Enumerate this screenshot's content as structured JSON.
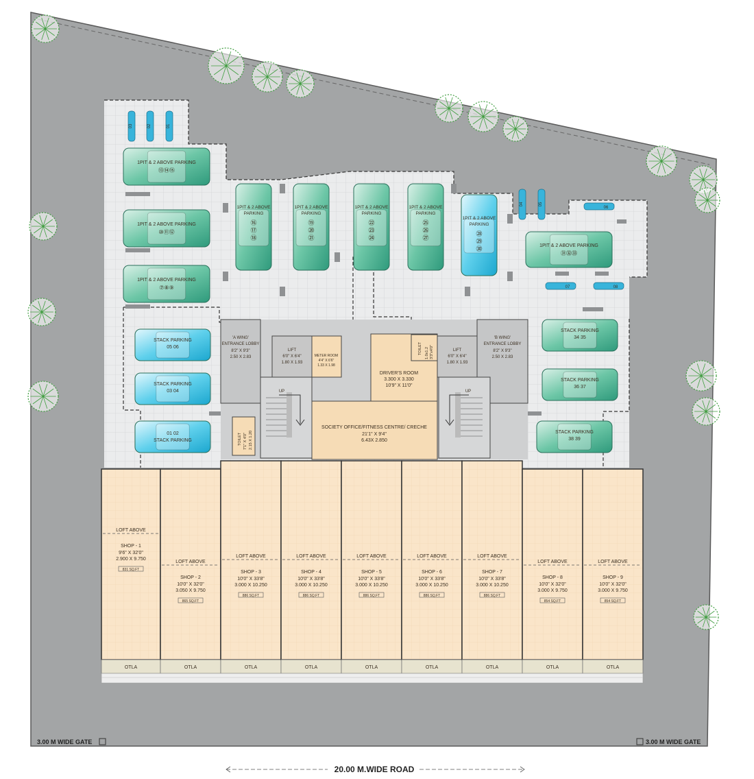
{
  "colors": {
    "site": "#a3a5a6",
    "paving": "#e9eaeb",
    "core": "#c7c7c7",
    "shop": "#f9e3c5",
    "room": "#f6dcb6",
    "car_green": "#5fbfa0",
    "car_cyan": "#45c9e6",
    "tree": "#3f9d3f",
    "road_text": "#222222"
  },
  "road": {
    "label": "20.00 M.WIDE ROAD"
  },
  "gates": {
    "left": "3.00 M WIDE GATE",
    "right": "3.00 M WIDE GATE"
  },
  "parking": [
    {
      "id": "p13",
      "title": "1PIT & 2 ABOVE PARKING",
      "nums": "⑬⑭⑮"
    },
    {
      "id": "p10",
      "title": "1PIT & 2 ABOVE PARKING",
      "nums": "⑩⑪⑫"
    },
    {
      "id": "p07",
      "title": "1PIT & 2 ABOVE PARKING",
      "nums": "⑦⑧⑨"
    },
    {
      "id": "p16",
      "title": "1PIT & 2 ABOVE",
      "title2": "PARKING",
      "nums": [
        "⑯",
        "⑰",
        "⑱"
      ]
    },
    {
      "id": "p19",
      "title": "1PIT & 2 ABOVE",
      "title2": "PARKING",
      "nums": [
        "⑲",
        "⑳",
        "㉑"
      ]
    },
    {
      "id": "p22",
      "title": "1PIT & 2 ABOVE",
      "title2": "PARKING",
      "nums": [
        "㉒",
        "㉓",
        "㉔"
      ]
    },
    {
      "id": "p25",
      "title": "1PIT & 2 ABOVE",
      "title2": "PARKING",
      "nums": [
        "㉕",
        "㉖",
        "㉗"
      ]
    },
    {
      "id": "p28",
      "title": "1PIT & 2 ABOVE",
      "title2": "PARKING",
      "nums": [
        "㉘",
        "㉙",
        "㉚"
      ]
    },
    {
      "id": "p31",
      "title": "1PIT & 2 ABOVE PARKING",
      "nums": "㉛㉜㉝"
    }
  ],
  "stack_parking": [
    {
      "id": "s05",
      "title": "STACK PARKING",
      "nums": "05 06"
    },
    {
      "id": "s03",
      "title": "STACK PARKING",
      "nums": "03 04"
    },
    {
      "id": "s01",
      "title": "STACK PARKING",
      "nums": "01 02"
    },
    {
      "id": "s34",
      "title": "STACK PARKING",
      "nums": "34 35"
    },
    {
      "id": "s36",
      "title": "STACK PARKING",
      "nums": "36 37"
    },
    {
      "id": "s38",
      "title": "STACK PARKING",
      "nums": "38 39"
    }
  ],
  "two_wheelers": [
    "03",
    "02",
    "01",
    "04",
    "05",
    "06",
    "07",
    "08"
  ],
  "rooms": {
    "a_wing": {
      "title": "'A WING'",
      "sub": "ENTRANCE LOBBY",
      "dim1": "8'2\" X 9'3\"",
      "dim2": "2.50 X 2.83"
    },
    "b_wing": {
      "title": "'B WING'",
      "sub": "ENTRANCE LOBBY",
      "dim1": "8'2\" X 9'3\"",
      "dim2": "2.50 X 2.83"
    },
    "lift_a": {
      "title": "LIFT",
      "dim1": "6'0\" X 6'4\"",
      "dim2": "1.80 X 1.93"
    },
    "lift_b": {
      "title": "LIFT",
      "dim1": "6'0\" X 6'4\"",
      "dim2": "1.80 X 1.93"
    },
    "meter": {
      "title": "METER ROOM",
      "dim1": "4'4\" X 6'6\"",
      "dim2": "1.33 X 1.98"
    },
    "driver": {
      "title": "DRIVER'S ROOM",
      "dim1": "3.300 X 3.330",
      "dim2": "10'9\" X 11'0\""
    },
    "toilet_top": {
      "title": "TOILET",
      "dim1": "1.0x1.2",
      "dim2": "3'3\"x4'0\""
    },
    "toilet_low": {
      "title": "TOILET",
      "dim1": "7'1\" X 4'0\"",
      "dim2": "2.15 X 1.20"
    },
    "society": {
      "title": "SOCIETY OFFICE/FITNESS CENTRE/ CRECHE",
      "dim1": "21'1\" X 9'4\"",
      "dim2": "6.43X 2.850"
    },
    "stair_up": "UP"
  },
  "shops": [
    {
      "name": "SHOP - 1",
      "dim1": "9'6\" X 32'0\"",
      "dim2": "2.900 X 9.750",
      "area": "831 SQ.FT",
      "loft": "LOFT ABOVE",
      "otla": "OTLA"
    },
    {
      "name": "SHOP - 2",
      "dim1": "10'0\" X 32'0\"",
      "dim2": "3.050 X 9.750",
      "area": "865 SQ.FT",
      "loft": "LOFT ABOVE",
      "otla": "OTLA"
    },
    {
      "name": "SHOP - 3",
      "dim1": "10'0\" X 33'8\"",
      "dim2": "3.000 X 10.250",
      "area": "886 SQ.FT",
      "loft": "LOFT ABOVE",
      "otla": "OTLA"
    },
    {
      "name": "SHOP - 4",
      "dim1": "10'0\" X 33'8\"",
      "dim2": "3.000 X 10.250",
      "area": "886 SQ.FT",
      "loft": "LOFT ABOVE",
      "otla": "OTLA"
    },
    {
      "name": "SHOP - 5",
      "dim1": "10'0\" X 33'8\"",
      "dim2": "3.000 X 10.250",
      "area": "886 SQ.FT",
      "loft": "LOFT ABOVE",
      "otla": "OTLA"
    },
    {
      "name": "SHOP - 6",
      "dim1": "10'0\" X 33'8\"",
      "dim2": "3.000 X 10.250",
      "area": "886 SQ.FT",
      "loft": "LOFT ABOVE",
      "otla": "OTLA"
    },
    {
      "name": "SHOP - 7",
      "dim1": "10'0\" X 33'8\"",
      "dim2": "3.000 X 10.250",
      "area": "886 SQ.FT",
      "loft": "LOFT ABOVE",
      "otla": "OTLA"
    },
    {
      "name": "SHOP - 8",
      "dim1": "10'0\" X 32'0\"",
      "dim2": "3.000 X 9.750",
      "area": "854 SQ.FT",
      "loft": "LOFT ABOVE",
      "otla": "OTLA"
    },
    {
      "name": "SHOP - 9",
      "dim1": "10'0\" X 32'0\"",
      "dim2": "3.000 X 9.750",
      "area": "854 SQ.FT",
      "loft": "LOFT ABOVE",
      "otla": "OTLA"
    }
  ]
}
